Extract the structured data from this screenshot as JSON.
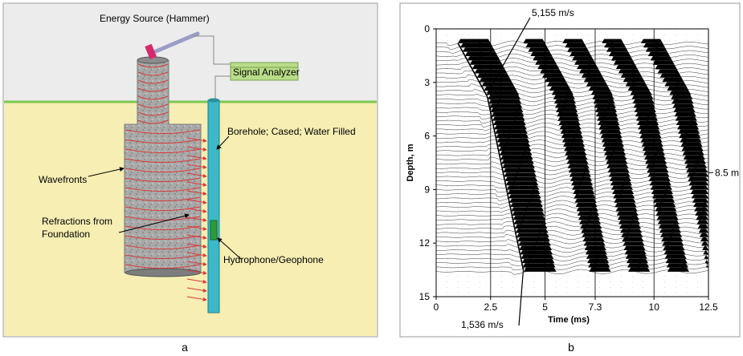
{
  "panel_a": {
    "caption": "a",
    "labels": {
      "energy_source": "Energy Source (Hammer)",
      "signal_analyzer": "Signal Analyzer",
      "borehole": "Borehole; Cased; Water Filled",
      "wavefronts": "Wavefronts",
      "refractions_line1": "Refractions from",
      "refractions_line2": "Foundation",
      "hydrophone": "Hydrophone/Geophone"
    },
    "colors": {
      "soil": "#f6eeb2",
      "ground_line": "#7ec850",
      "borehole": "#3cb8c8",
      "wavefront": "#d83a3a",
      "signal_box": "#b9dc88",
      "hammer_head": "#d8286e",
      "sensor": "#2e9a3a",
      "concrete": "#a8a8a8"
    }
  },
  "panel_b": {
    "caption": "b",
    "velocity_labels": {
      "upper": "5,155 m/s",
      "lower": "1,536 m/s",
      "side": "8.5 m"
    },
    "chart_data": {
      "type": "line",
      "xlabel": "Time (ms)",
      "ylabel": "Depth, m",
      "xlim": [
        0,
        12.5
      ],
      "ylim": [
        15,
        0
      ],
      "x_ticks": [
        "0",
        "2.5",
        "5",
        "7.3",
        "10",
        "12.5"
      ],
      "y_ticks": [
        "0",
        "3",
        "6",
        "9",
        "12",
        "15"
      ],
      "side_marker_depth": 8.5,
      "series": [
        {
          "name": "5,155 m/s",
          "x": [
            1.0,
            2.35
          ],
          "y": [
            0.8,
            3.8
          ]
        },
        {
          "name": "1,536 m/s",
          "x": [
            2.35,
            4.0
          ],
          "y": [
            3.8,
            13.5
          ]
        }
      ]
    }
  }
}
